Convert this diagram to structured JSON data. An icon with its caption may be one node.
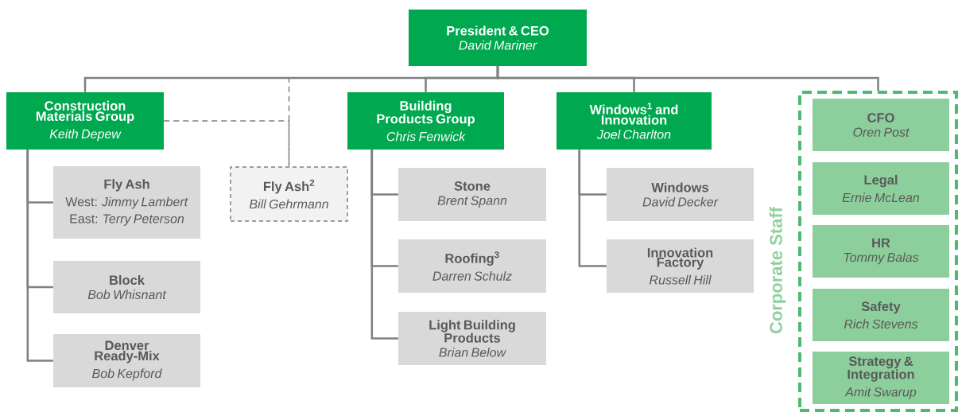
{
  "diagram": {
    "nodes": [
      {
        "text": [
          "President & CEO",
          "David Mariner"
        ]
      },
      {
        "text": [
          "Construction Materials Group",
          "Keith Depew"
        ]
      },
      {
        "text": [
          "Fly Ash$^{2}$",
          "Bill Gehrmann"
        ]
      },
      {
        "text": [
          "Building Products Group",
          "Chris Fenwick"
        ]
      },
      {
        "text": [
          "Windows$^{1}$ and Innovation",
          "Joel Charlton"
        ]
      },
      {
        "text": [
          "Corporate Staff"
        ]
      },
      {
        "text": [
          "CFO",
          "Oren Post"
        ],
        "in": 5
      },
      {
        "text": [
          "Legal",
          "Ernie McLean"
        ],
        "in": 5
      },
      {
        "text": [
          "HR",
          "Tommy Balas"
        ],
        "in": 5
      },
      {
        "text": [
          "Safety",
          "Rich Stevens"
        ],
        "in": 5
      },
      {
        "text": [
          "Strategy & Integration",
          "Amit Swarup"
        ],
        "in": 5
      },
      {
        "text": [
          "Fly Ash",
          "West: *Jimmy Lambert*",
          "East: *Terry Peterson*"
        ]
      },
      {
        "text": [
          "Block",
          "Bob Whisnant"
        ]
      },
      {
        "text": [
          "Denver Ready-Mix",
          "Bob Kepford"
        ]
      },
      {
        "text": [
          "Stone",
          "Brent Spann"
        ]
      },
      {
        "text": [
          "Roofing$^{3}$",
          "Darren Schulz"
        ]
      },
      {
        "text": [
          "Light Building Products",
          "Brian Below"
        ]
      },
      {
        "text": [
          "Windows",
          "David Decker"
        ]
      },
      {
        "text": [
          "Innovation Factory",
          "Russell Hill"
        ]
      }
    ],
    "edges": [
      {
        "from": 0,
        "to": 1,
        "arrow": "none"
      },
      {
        "from": 0,
        "to": 2,
        "arrow": "none",
        "style": "dashed"
      },
      {
        "from": 0,
        "to": 3,
        "arrow": "none"
      },
      {
        "from": 0,
        "to": 4,
        "arrow": "none"
      },
      {
        "from": 0,
        "to": 5,
        "arrow": "none"
      },
      {
        "from": 1,
        "to": 2,
        "arrow": "none",
        "style": "dashed"
      },
      {
        "from": 1,
        "to": 11,
        "arrow": "none"
      },
      {
        "from": 1,
        "to": 12,
        "arrow": "none"
      },
      {
        "from": 1,
        "to": 13,
        "arrow": "none"
      },
      {
        "from": 3,
        "to": 14,
        "arrow": "none"
      },
      {
        "from": 3,
        "to": 15,
        "arrow": "none"
      },
      {
        "from": 3,
        "to": 16,
        "arrow": "none"
      },
      {
        "from": 4,
        "to": 17,
        "arrow": "none"
      },
      {
        "from": 4,
        "to": 18,
        "arrow": "none"
      }
    ]
  }
}
